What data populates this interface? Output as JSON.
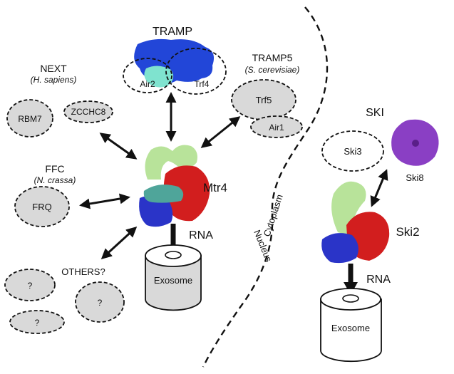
{
  "labels": {
    "tramp": "TRAMP",
    "air2": "Air2",
    "trf4": "Trf4",
    "tramp5": "TRAMP5",
    "tramp5_species": "(S. cerevisiae)",
    "trf5": "Trf5",
    "air1": "Air1",
    "next": "NEXT",
    "next_species": "(H. sapiens)",
    "rbm7": "RBM7",
    "zcchc8": "ZCCHC8",
    "ffc": "FFC",
    "ffc_species": "(N. crassa)",
    "frq": "FRQ",
    "others": "OTHERS?",
    "unknown1": "?",
    "unknown2": "?",
    "unknown3": "?",
    "mtr4": "Mtr4",
    "rna_nucleus": "RNA",
    "exosome_nucleus": "Exosome",
    "nucleus": "Nucleus",
    "cytoplasm": "Cytoplasm",
    "ski": "SKI",
    "ski3": "Ski3",
    "ski8": "Ski8",
    "ski2": "Ski2",
    "rna_cytoplasm": "RNA",
    "exosome_cytoplasm": "Exosome"
  },
  "colors": {
    "mtr4_arch": "#b8e39a",
    "mtr4_red": "#d21e1e",
    "mtr4_blue": "#2a34c8",
    "mtr4_teal": "#4fa59a",
    "tramp_blue": "#2246d8",
    "air2_cyan": "#7fe3cf",
    "ski8_purple": "#8a3fc4",
    "cylinder_nucleus": "#d9d9d9",
    "cylinder_cytoplasm": "#ffffff",
    "ellipse_fill": "#d9d9d9"
  }
}
